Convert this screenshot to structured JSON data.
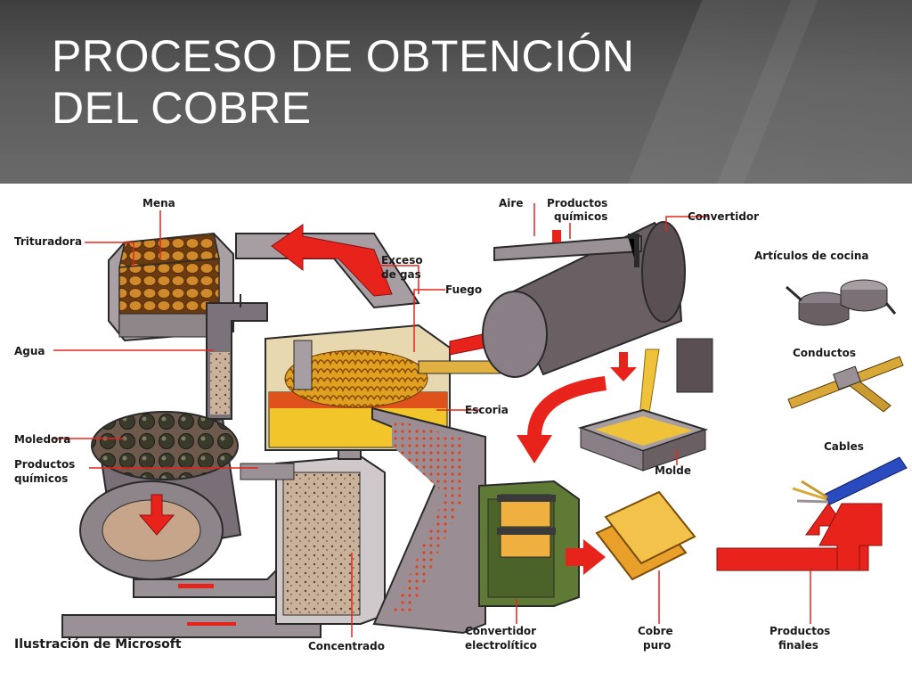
{
  "slide": {
    "title_line1": "PROCESO DE OBTENCIÓN",
    "title_line2": "DEL COBRE"
  },
  "diagram": {
    "labels": {
      "mena": "Mena",
      "trituradora": "Trituradora",
      "agua": "Agua",
      "moledora": "Moledora",
      "productos_quimicos_1": "Productos",
      "productos_quimicos_2": "químicos",
      "concentrado": "Concentrado",
      "exceso_gas_1": "Exceso",
      "exceso_gas_2": "de gas",
      "fuego": "Fuego",
      "escoria": "Escoria",
      "aire": "Aire",
      "prod_quim_top_1": "Productos",
      "prod_quim_top_2": "químicos",
      "convertidor": "Convertidor",
      "molde": "Molde",
      "convertidor_electrolitico_1": "Convertidor",
      "convertidor_electrolitico_2": "electrolítico",
      "cobre_puro_1": "Cobre",
      "cobre_puro_2": "puro",
      "productos_finales_1": "Productos",
      "productos_finales_2": "finales",
      "articulos_cocina": "Artículos de cocina",
      "conductos": "Conductos",
      "cables": "Cables",
      "credit": "Ilustración de Microsoft"
    },
    "colors": {
      "arrow_red": "#e8231c",
      "machine_gray": "#8a7f86",
      "furnace_yellow": "#f2c62a",
      "copper": "#c98a2a",
      "converter_green": "#5e7a35"
    }
  }
}
